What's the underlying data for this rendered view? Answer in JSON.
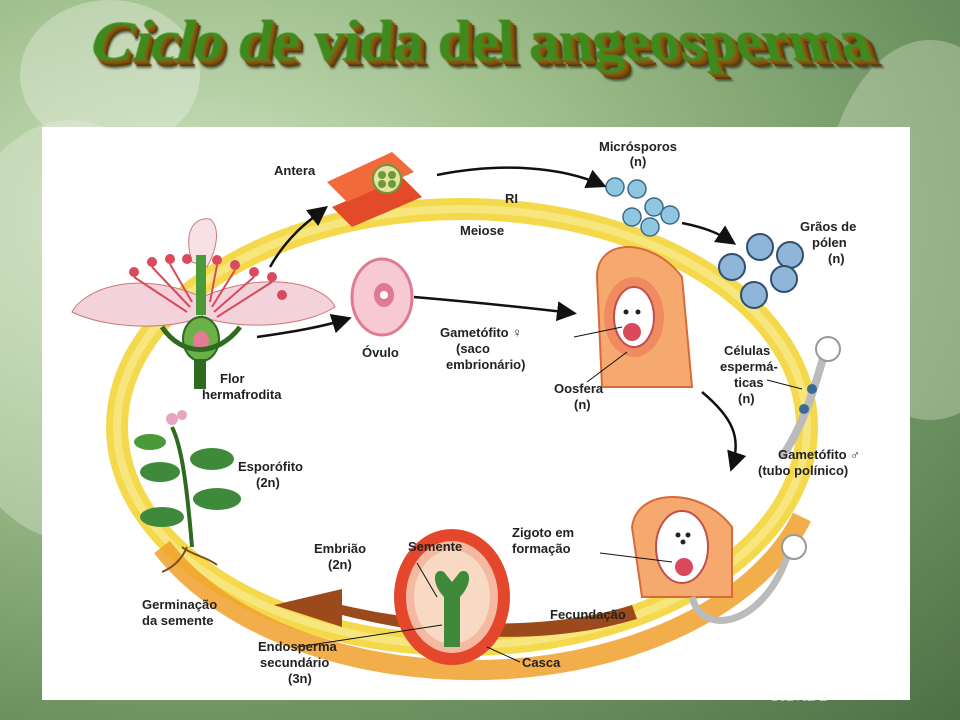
{
  "title": "Ciclo de vida del angeosperma",
  "labels": {
    "antera": "Antera",
    "microsporos": "Micrósporos",
    "microsporos_n": "(n)",
    "ri": "RI",
    "meiose": "Meiose",
    "graos_1": "Grãos de",
    "graos_2": "pólen",
    "graos_3": "(n)",
    "ovulo": "Óvulo",
    "gametofito_f_1": "Gametófito ♀",
    "gametofito_f_2": "(saco",
    "gametofito_f_3": "embrionário)",
    "celulas_1": "Células",
    "celulas_2": "espermá-",
    "celulas_3": "ticas",
    "celulas_4": "(n)",
    "flor_1": "Flor",
    "flor_2": "hermafrodita",
    "oosfera_1": "Oosfera",
    "oosfera_2": "(n)",
    "esporofito_1": "Esporófito",
    "esporofito_2": "(2n)",
    "gametofito_m_1": "Gametófito ♂",
    "gametofito_m_2": "(tubo polínico)",
    "zigoto_1": "Zigoto em",
    "zigoto_2": "formação",
    "embriao_1": "Embrião",
    "embriao_2": "(2n)",
    "semente": "Semente",
    "germinacao_1": "Germinação",
    "germinacao_2": "da semente",
    "fecundacao": "Fecundação",
    "endosperma_1": "Endosperma",
    "endosperma_2": "secundário",
    "endosperma_3": "(3n)",
    "casca": "Casca"
  },
  "watermark": "SYLVIE B"
}
